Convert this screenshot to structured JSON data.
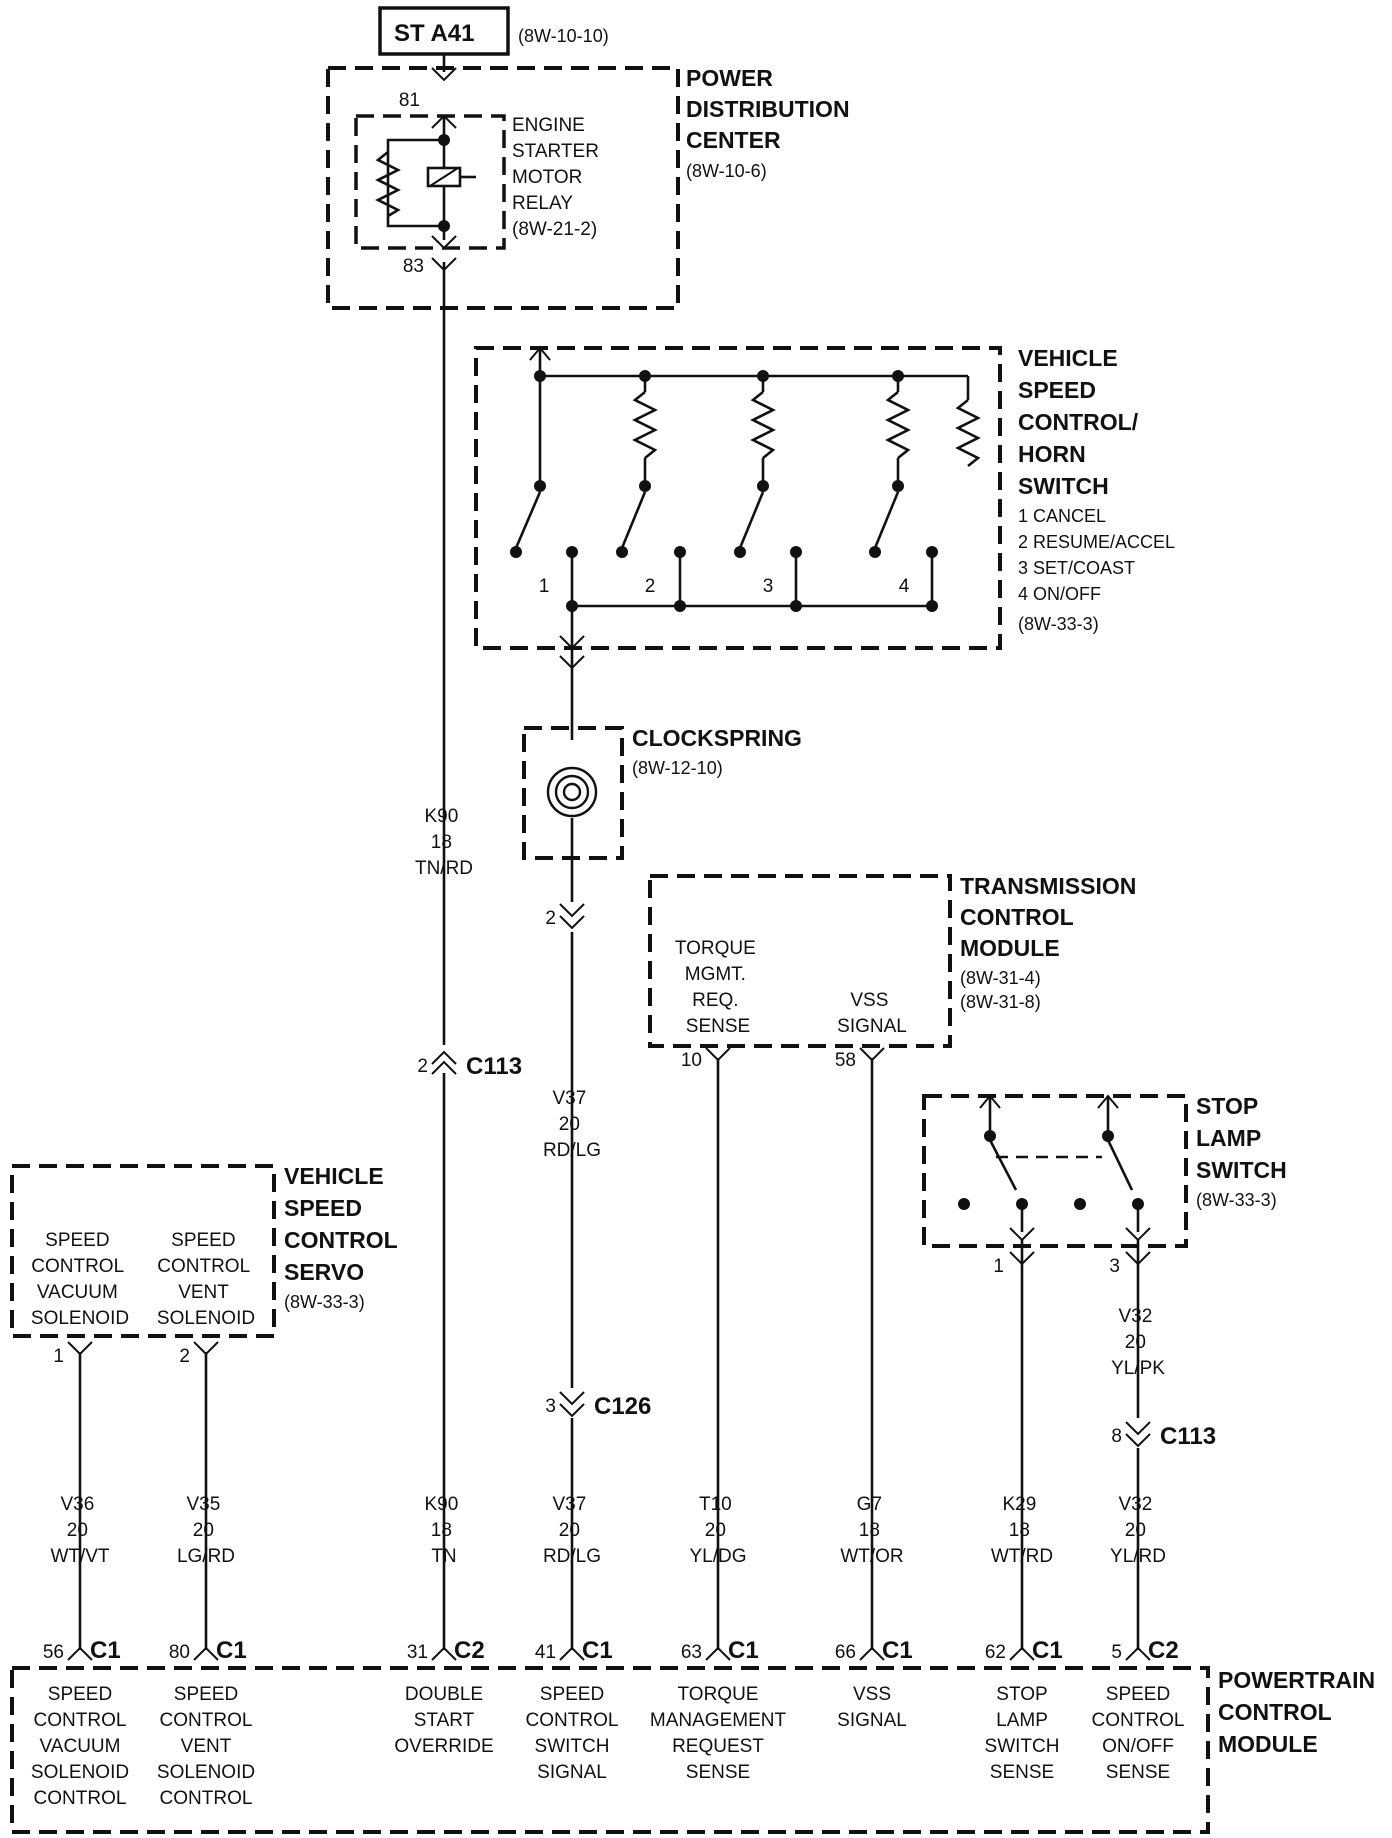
{
  "source": {
    "name": "ST A41",
    "ref": "(8W-10-10)"
  },
  "pdc": {
    "title": [
      "POWER",
      "DISTRIBUTION",
      "CENTER"
    ],
    "ref": "(8W-10-6)",
    "relay": [
      "ENGINE",
      "STARTER",
      "MOTOR",
      "RELAY",
      "(8W-21-2)"
    ],
    "pin_in": "81",
    "pin_out": "83"
  },
  "switch": {
    "title": [
      "VEHICLE",
      "SPEED",
      "CONTROL/",
      "HORN",
      "SWITCH"
    ],
    "legend": [
      "1 CANCEL",
      "2 RESUME/ACCEL",
      "3 SET/COAST",
      "4 ON/OFF"
    ],
    "ref": "(8W-33-3)",
    "positions": [
      "1",
      "2",
      "3",
      "4"
    ]
  },
  "clockspring": {
    "title": "CLOCKSPRING",
    "ref": "(8W-12-10)"
  },
  "tcm": {
    "title": [
      "TRANSMISSION",
      "CONTROL",
      "MODULE"
    ],
    "refs": [
      "(8W-31-4)",
      "(8W-31-8)"
    ],
    "torque": [
      "TORQUE",
      "MGMT.",
      "REQ.",
      "SENSE"
    ],
    "vss": [
      "VSS",
      "SIGNAL"
    ],
    "pin_torque": "10",
    "pin_vss": "58"
  },
  "stoplamp": {
    "title": [
      "STOP",
      "LAMP",
      "SWITCH"
    ],
    "ref": "(8W-33-3)",
    "pin_a": "1",
    "pin_b": "3"
  },
  "servo": {
    "title": [
      "VEHICLE",
      "SPEED",
      "CONTROL",
      "SERVO"
    ],
    "ref": "(8W-33-3)",
    "vacuum": [
      "SPEED",
      "CONTROL",
      "VACUUM",
      "SOLENOID"
    ],
    "vent": [
      "SPEED",
      "CONTROL",
      "VENT",
      "SOLENOID"
    ],
    "pin_vacuum": "1",
    "pin_vent": "2"
  },
  "wires": {
    "k90_upper": [
      "K90",
      "18",
      "TN/RD"
    ],
    "v37_upper": [
      "V37",
      "20",
      "RD/LG"
    ],
    "v32_upper": [
      "V32",
      "20",
      "YL/PK"
    ],
    "v36": [
      "V36",
      "20",
      "WT/VT"
    ],
    "v35": [
      "V35",
      "20",
      "LG/RD"
    ],
    "k90_lower": [
      "K90",
      "18",
      "TN"
    ],
    "v37_lower": [
      "V37",
      "20",
      "RD/LG"
    ],
    "t10": [
      "T10",
      "20",
      "YL/DG"
    ],
    "g7": [
      "G7",
      "18",
      "WT/OR"
    ],
    "k29": [
      "K29",
      "18",
      "WT/RD"
    ],
    "v32_lower": [
      "V32",
      "20",
      "YL/RD"
    ]
  },
  "connectors": {
    "c113_k90": {
      "pin": "2",
      "name": "C113"
    },
    "v37_cs": {
      "pin": "2"
    },
    "c126": {
      "pin": "3",
      "name": "C126"
    },
    "c113_v32": {
      "pin": "8",
      "name": "C113"
    }
  },
  "pcm": {
    "title": [
      "POWERTRAIN",
      "CONTROL",
      "MODULE"
    ],
    "pins": [
      {
        "pin": "56",
        "conn": "C1",
        "label": [
          "SPEED",
          "CONTROL",
          "VACUUM",
          "SOLENOID",
          "CONTROL"
        ]
      },
      {
        "pin": "80",
        "conn": "C1",
        "label": [
          "SPEED",
          "CONTROL",
          "VENT",
          "SOLENOID",
          "CONTROL"
        ]
      },
      {
        "pin": "31",
        "conn": "C2",
        "label": [
          "DOUBLE",
          "START",
          "OVERRIDE"
        ]
      },
      {
        "pin": "41",
        "conn": "C1",
        "label": [
          "SPEED",
          "CONTROL",
          "SWITCH",
          "SIGNAL"
        ]
      },
      {
        "pin": "63",
        "conn": "C1",
        "label": [
          "TORQUE",
          "MANAGEMENT",
          "REQUEST",
          "SENSE"
        ]
      },
      {
        "pin": "66",
        "conn": "C1",
        "label": [
          "VSS",
          "SIGNAL"
        ]
      },
      {
        "pin": "62",
        "conn": "C1",
        "label": [
          "STOP",
          "LAMP",
          "SWITCH",
          "SENSE"
        ]
      },
      {
        "pin": "5",
        "conn": "C2",
        "label": [
          "SPEED",
          "CONTROL",
          "ON/OFF",
          "SENSE"
        ]
      }
    ]
  }
}
